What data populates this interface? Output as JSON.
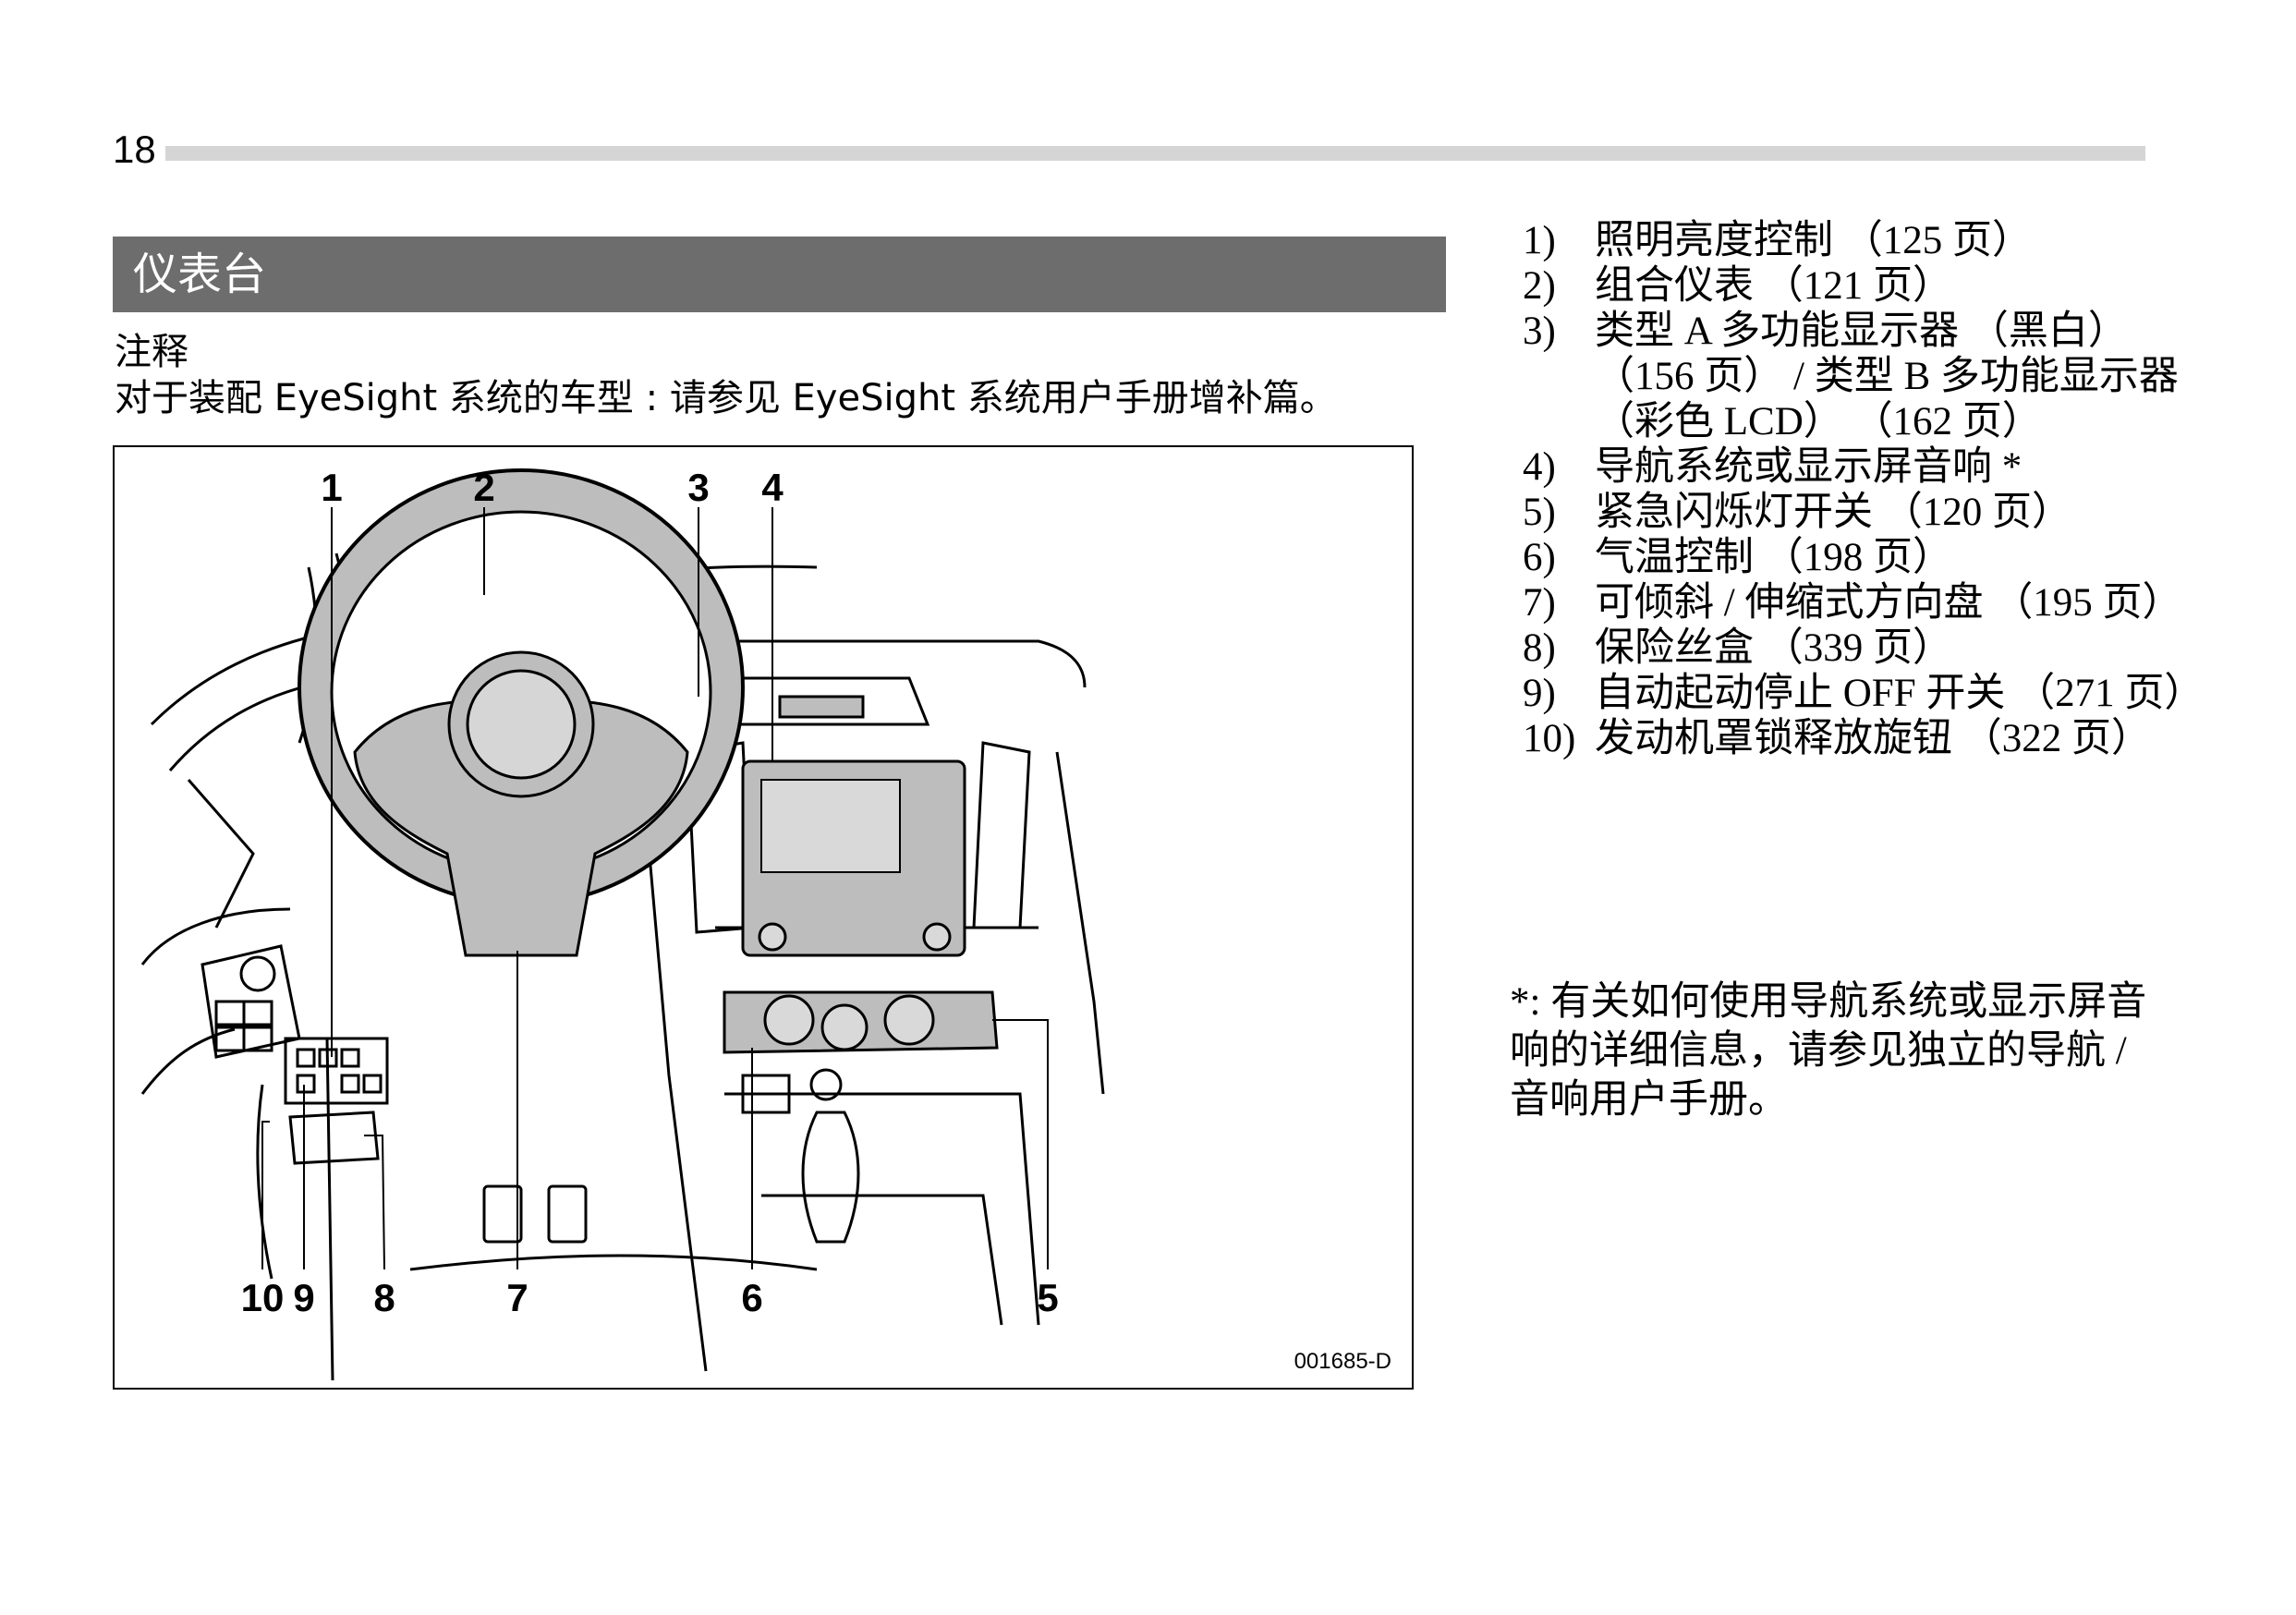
{
  "page": {
    "number": "18"
  },
  "section": {
    "title": "仪表台"
  },
  "note": {
    "label": "注释",
    "text": "对于装配 EyeSight 系统的车型 : 请参见 EyeSight 系统用户手册增补篇。"
  },
  "figure": {
    "code": "001685-D",
    "callouts": {
      "c1": "1",
      "c2": "2",
      "c3": "3",
      "c4": "4",
      "c5": "5",
      "c6": "6",
      "c7": "7",
      "c8": "8",
      "c9": "9",
      "c10": "10"
    }
  },
  "legend": [
    {
      "num": "1)",
      "text": "照明亮度控制 （125 页）"
    },
    {
      "num": "2)",
      "text": "组合仪表 （121 页）"
    },
    {
      "num": "3)",
      "text": "类型 A 多功能显示器 （黑白）（156 页） / 类型 B 多功能显示器 （彩色 LCD） （162 页）"
    },
    {
      "num": "4)",
      "text": "导航系统或显示屏音响 *"
    },
    {
      "num": "5)",
      "text": "紧急闪烁灯开关 （120 页）"
    },
    {
      "num": "6)",
      "text": "气温控制 （198 页）"
    },
    {
      "num": "7)",
      "text": "可倾斜 / 伸缩式方向盘 （195 页）"
    },
    {
      "num": "8)",
      "text": "保险丝盒 （339 页）"
    },
    {
      "num": "9)",
      "text": "自动起动停止 OFF 开关 （271 页）"
    },
    {
      "num": "10)",
      "text": "发动机罩锁释放旋钮 （322 页）"
    }
  ],
  "footnote": "*: 有关如何使用导航系统或显示屏音响的详细信息，请参见独立的导航 / 音响用户手册。"
}
